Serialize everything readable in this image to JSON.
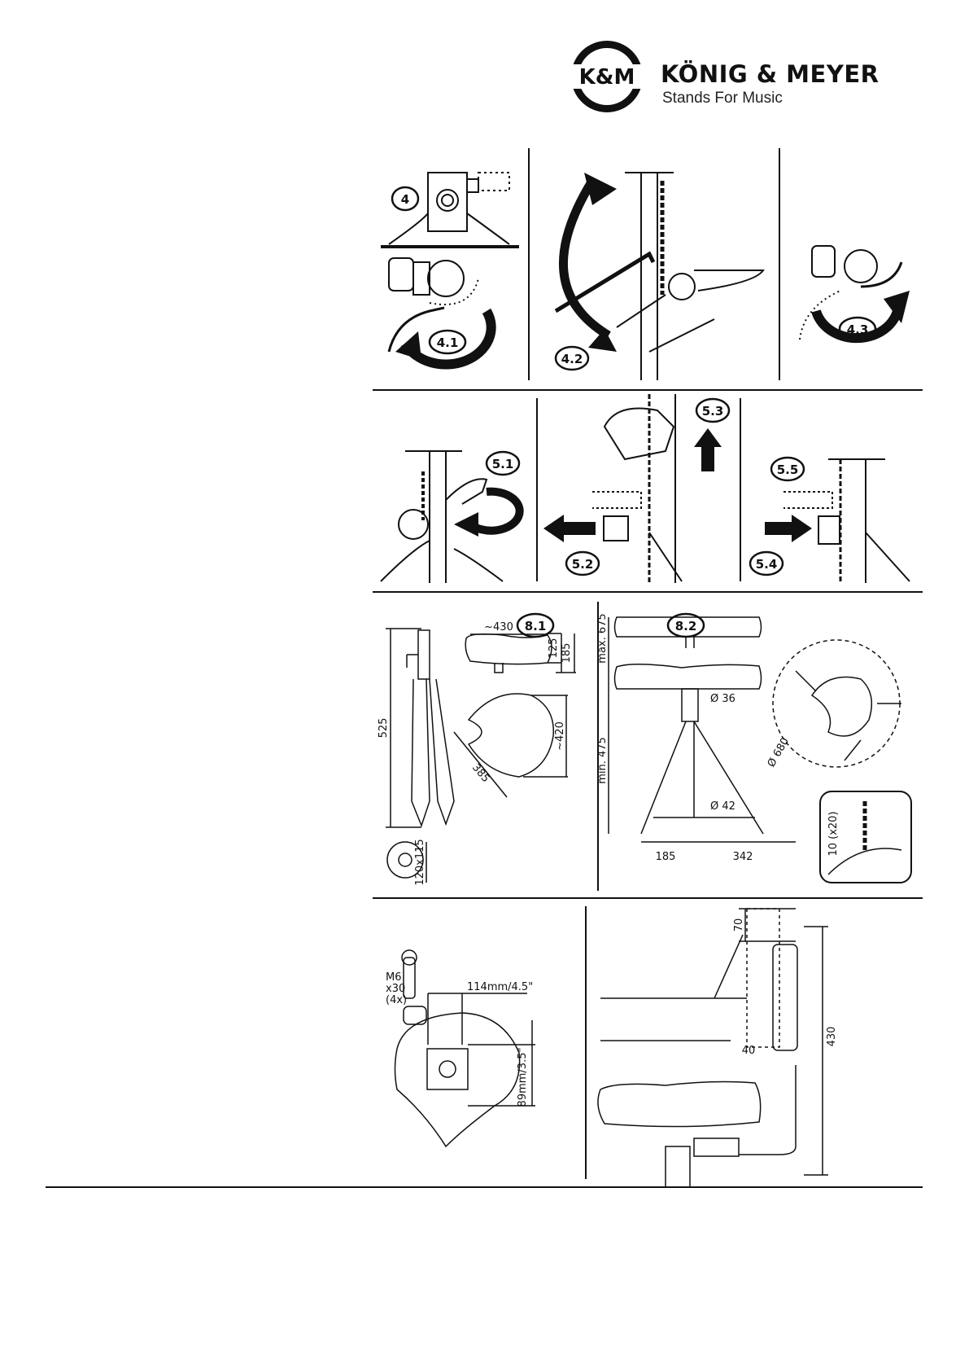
{
  "header": {
    "logo_mark_text": "K&M",
    "brand_name": "KÖNIG & MEYER",
    "tagline": "Stands For Music"
  },
  "steps": {
    "s4": "4",
    "s4_1": "4.1",
    "s4_2": "4.2",
    "s4_3": "4.3",
    "s5_1": "5.1",
    "s5_2": "5.2",
    "s5_3": "5.3",
    "s5_4": "5.4",
    "s5_5": "5.5",
    "s8_1": "8.1",
    "s8_2": "8.2"
  },
  "dimensions_8_1": {
    "seat_width": "~430",
    "seat_height_a": "125",
    "seat_height_b": "185",
    "folded_height": "525",
    "seat_depth": "~420",
    "seat_diag": "385",
    "pack_size": "120x115"
  },
  "dimensions_8_2": {
    "max_height": "max. 675",
    "min_height": "min. 475",
    "tube_diameter_top": "Ø 36",
    "tube_diameter_bottom": "Ø 42",
    "base_left": "185",
    "base_right": "342",
    "foot_circle": "Ø 680",
    "step_label": "10 (x20)"
  },
  "dimensions_backrest": {
    "screw": "M6",
    "screw_length": "x30",
    "screw_qty": "(4x)",
    "hole_spacing_w": "114mm/4.5\"",
    "hole_spacing_h": "89mm/3.5\"",
    "backrest_top": "70",
    "backrest_offset": "40",
    "backrest_height": "430"
  }
}
